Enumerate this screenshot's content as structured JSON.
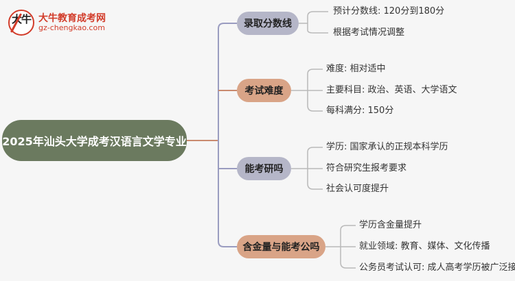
{
  "logo": {
    "name": "大牛教育成考网",
    "url": "gz-chengkao.com",
    "mark": "大牛"
  },
  "root": {
    "label": "2025年汕头大学成考汉语言文学专业"
  },
  "branches": [
    {
      "label": "录取分数线",
      "leaves": [
        "预计分数线: 120分到180分",
        "根据考试情况调整"
      ]
    },
    {
      "label": "考试难度",
      "leaves": [
        "难度: 相对适中",
        "主要科目: 政治、英语、大学语文",
        "每科满分: 150分"
      ]
    },
    {
      "label": "能考研吗",
      "leaves": [
        "学历: 国家承认的正规本科学历",
        "符合研究生报考要求",
        "社会认可度提升"
      ]
    },
    {
      "label": "含金量与能考公吗",
      "leaves": [
        "学历含金量提升",
        "就业领域: 教育、媒体、文化传播",
        "公务员考试认可: 成人高考学历被广泛接受"
      ]
    }
  ],
  "colors": {
    "root": "#6b7a5f",
    "branch_grey": "#b5b6c8",
    "branch_tan": "#d9a487",
    "root_connector": "#c98a6e",
    "branch_connector": "#9a9cc0",
    "leaf_connector": "#b9b9b9"
  }
}
